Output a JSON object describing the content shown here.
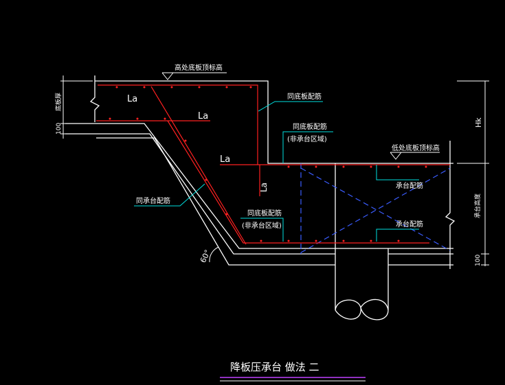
{
  "title": "降板压承台  做法 二",
  "labels": {
    "high_elev": "高处底板顶标高",
    "low_elev": "低处底板顶标高",
    "slab_thickness": "底板厚",
    "cap_height": "承台高度",
    "dim_100_left": "100",
    "dim_100_right": "100",
    "hk": "Hk",
    "la_top": "La",
    "la_mid": "La",
    "la_step": "La",
    "la_vertical": "La",
    "angle": "60°"
  },
  "callouts": {
    "slab_bar_top": "同底板配筋",
    "slab_bar_nocap_1": "同底板配筋",
    "slab_bar_nocap_1_sub": "(非承台区域)",
    "slab_bar_nocap_2": "同底板配筋",
    "slab_bar_nocap_2_sub": "(非承台区域)",
    "cap_bar_left": "同承台配筋",
    "cap_top_bar": "承台配筋",
    "cap_bottom_bar": "承台配筋"
  },
  "colors": {
    "background": "#000000",
    "structure": "#ffffff",
    "rebar": "#ff2020",
    "leader": "#00e0e0",
    "dashed": "#3a5cff",
    "title_underline": "#c040ff"
  }
}
